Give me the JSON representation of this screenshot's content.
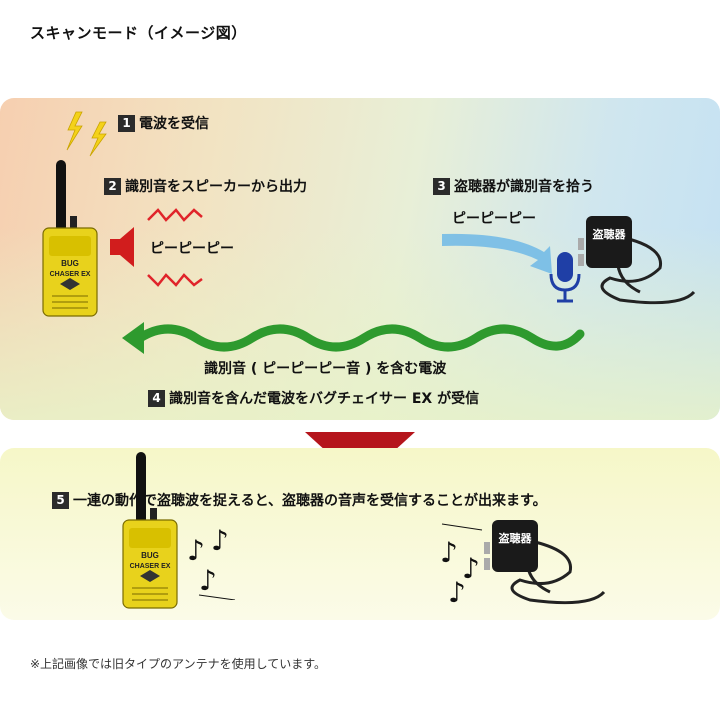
{
  "title": "スキャンモード（イメージ図）",
  "steps": {
    "s1": {
      "num": "1",
      "text": "電波を受信"
    },
    "s2": {
      "num": "2",
      "text": "識別音をスピーカーから出力"
    },
    "s3": {
      "num": "3",
      "text": "盗聴器が識別音を拾う"
    },
    "s4": {
      "num": "4",
      "text": "識別音を含んだ電波をバグチェイサー EX が受信"
    },
    "s5": {
      "num": "5",
      "text": "一連の動作で盗聴波を捉えると、盗聴器の音声を受信することが出来ます。"
    }
  },
  "labels": {
    "speaker_sound": "ピーピーピー",
    "mic_sound": "ピーピーピー",
    "wave_caption": "識別音 ( ピーピーピー音 ) を含む電波"
  },
  "device": {
    "brand_line1": "BUG",
    "brand_line2": "CHASER EX"
  },
  "bug_device_label": "盗聴器",
  "note": "※上記画像では旧タイプのアンテナを使用しています。",
  "colors": {
    "wave": "#2e9a2e",
    "arrow": "#b5151c",
    "speaker": "#d11d1d",
    "mic": "#1f3fa6",
    "device": "#e8d21c"
  }
}
